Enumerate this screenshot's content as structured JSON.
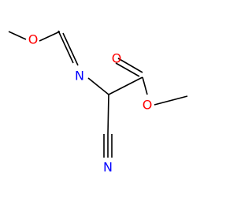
{
  "colors": {
    "background": "#ffffff",
    "bond": "#000000",
    "oxygen": "#ff0000",
    "nitrogen": "#0000ff"
  },
  "atoms": {
    "methoxy_oxygen": "O",
    "imine_nitrogen": "N",
    "carbonyl_oxygen": "O",
    "ester_oxygen": "O",
    "nitrile_nitrogen": "N"
  }
}
